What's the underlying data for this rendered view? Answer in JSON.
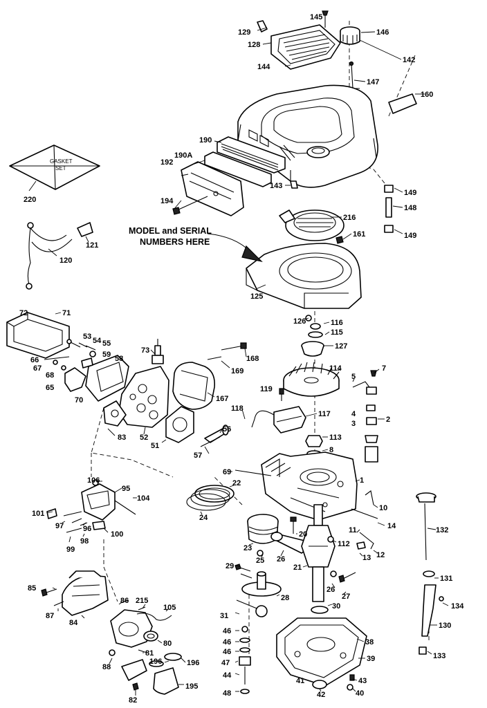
{
  "note": {
    "line1": "MODEL and SERIAL",
    "line2": "NUMBERS HERE"
  },
  "gasket_set": {
    "line1": "GASKET",
    "line2": "SET"
  },
  "part_numbers": [
    "145",
    "146",
    "129",
    "128",
    "142",
    "144",
    "147",
    "160",
    "190",
    "190A",
    "192",
    "143",
    "149",
    "148",
    "149",
    "194",
    "220",
    "216",
    "161",
    "121",
    "120",
    "125",
    "126",
    "116",
    "115",
    "127",
    "72",
    "71",
    "53",
    "54",
    "55",
    "73",
    "168",
    "59",
    "58",
    "66",
    "67",
    "68",
    "169",
    "65",
    "70",
    "167",
    "114",
    "7",
    "5",
    "119",
    "118",
    "117",
    "4",
    "3",
    "2",
    "83",
    "52",
    "51",
    "56",
    "57",
    "113",
    "8",
    "69",
    "22",
    "1",
    "106",
    "95",
    "104",
    "24",
    "101",
    "97",
    "96",
    "100",
    "99",
    "98",
    "10",
    "11",
    "14",
    "20",
    "23",
    "112",
    "25",
    "26",
    "12",
    "13",
    "132",
    "29",
    "21",
    "85",
    "86",
    "215",
    "105",
    "87",
    "84",
    "28",
    "26",
    "27",
    "31",
    "30",
    "131",
    "134",
    "46",
    "46",
    "46",
    "38",
    "80",
    "130",
    "88",
    "81",
    "196",
    "196",
    "47",
    "39",
    "133",
    "44",
    "43",
    "41",
    "40",
    "42",
    "82",
    "195",
    "48"
  ]
}
